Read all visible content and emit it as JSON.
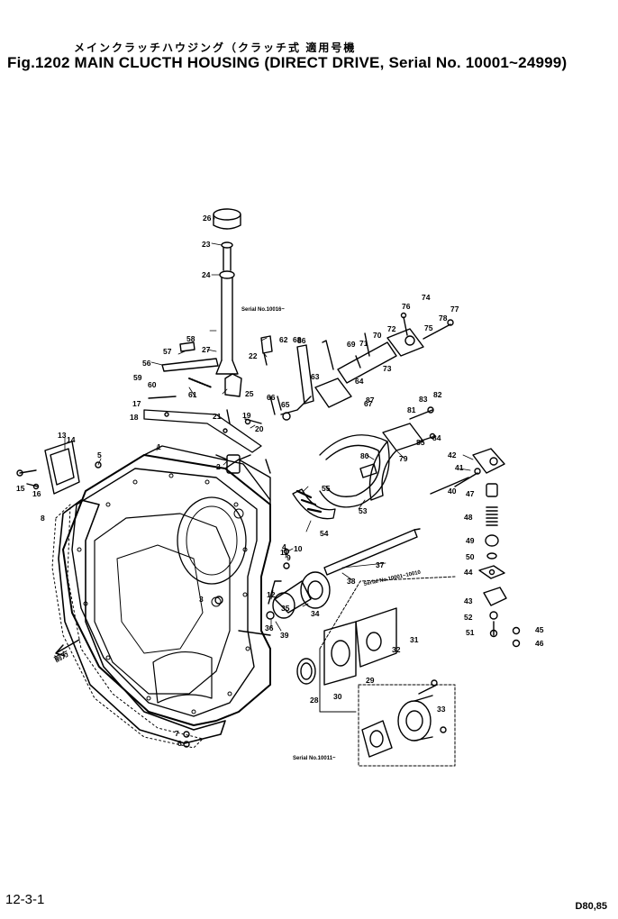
{
  "header": {
    "jp_line": "メインクラッチハウジング（クラッチ式 適用号機",
    "en_line": "Fig.1202 MAIN CLUCTH HOUSING (DIRECT DRIVE, Serial No. 10001~24999)"
  },
  "footer": {
    "page_code": "12-3-1",
    "model_code": "D80,85"
  },
  "notes": {
    "serial_1": "Serial No.10016~",
    "serial_2": "Serial No.10001~10010",
    "serial_3": "Serial No.10011~",
    "front_mark": "前方"
  },
  "callouts": [
    "1",
    "2",
    "3",
    "4",
    "5",
    "6",
    "7",
    "8",
    "9",
    "10",
    "11",
    "12",
    "13",
    "14",
    "15",
    "16",
    "17",
    "18",
    "19",
    "20",
    "21",
    "22",
    "23",
    "24",
    "25",
    "26",
    "27",
    "28",
    "29",
    "30",
    "31",
    "32",
    "33",
    "34",
    "35",
    "36",
    "37",
    "38",
    "39",
    "40",
    "41",
    "42",
    "43",
    "44",
    "45",
    "46",
    "47",
    "48",
    "49",
    "50",
    "51",
    "52",
    "53",
    "54",
    "55",
    "56",
    "57",
    "58",
    "59",
    "60",
    "61",
    "62",
    "63",
    "64",
    "65",
    "66",
    "67",
    "68",
    "69",
    "70",
    "71",
    "72",
    "73",
    "74",
    "75",
    "76",
    "77",
    "78",
    "79",
    "80",
    "81",
    "82",
    "83",
    "84",
    "85",
    "86",
    "87"
  ]
}
